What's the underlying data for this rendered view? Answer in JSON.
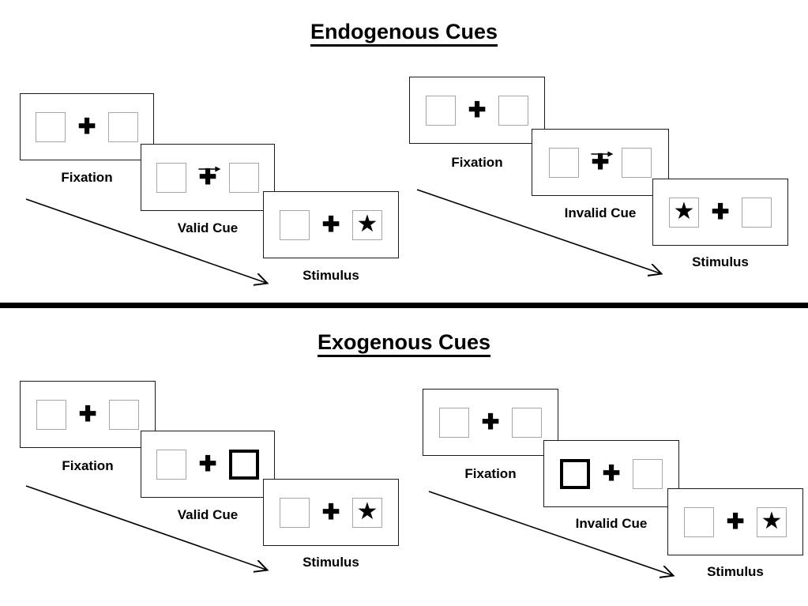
{
  "figure": {
    "type": "diagram",
    "description": "Posner spatial cueing paradigm: endogenous versus exogenous cues, valid and invalid trials",
    "colors": {
      "frame_border": "#1a1a1a",
      "box_border": "#a6a6a6",
      "cued_box_border": "#000000",
      "stimulus": "#000000",
      "divider": "#000000",
      "background": "#ffffff"
    }
  },
  "sections": [
    {
      "title": "Endogenous Cues",
      "sequences": [
        {
          "name": "valid",
          "panels": [
            {
              "label": "Fixation",
              "left_box": "empty",
              "right_box": "empty",
              "cue": "none",
              "fixation": "plus"
            },
            {
              "label": "Valid Cue",
              "left_box": "empty",
              "right_box": "empty",
              "cue": "arrow-right",
              "fixation": "plus"
            },
            {
              "label": "Stimulus",
              "left_box": "empty",
              "right_box": "star",
              "cue": "none",
              "fixation": "plus"
            }
          ]
        },
        {
          "name": "invalid",
          "panels": [
            {
              "label": "Fixation",
              "left_box": "empty",
              "right_box": "empty",
              "cue": "none",
              "fixation": "plus"
            },
            {
              "label": "Invalid Cue",
              "left_box": "empty",
              "right_box": "empty",
              "cue": "arrow-right",
              "fixation": "plus"
            },
            {
              "label": "Stimulus",
              "left_box": "star",
              "right_box": "empty",
              "cue": "none",
              "fixation": "plus"
            }
          ]
        }
      ]
    },
    {
      "title": "Exogenous Cues",
      "sequences": [
        {
          "name": "valid",
          "panels": [
            {
              "label": "Fixation",
              "left_box": "empty",
              "right_box": "empty",
              "cue": "none",
              "fixation": "plus"
            },
            {
              "label": "Valid Cue",
              "left_box": "empty",
              "right_box": "highlight",
              "cue": "box-flash-right",
              "fixation": "plus"
            },
            {
              "label": "Stimulus",
              "left_box": "empty",
              "right_box": "star",
              "cue": "none",
              "fixation": "plus"
            }
          ]
        },
        {
          "name": "invalid",
          "panels": [
            {
              "label": "Fixation",
              "left_box": "empty",
              "right_box": "empty",
              "cue": "none",
              "fixation": "plus"
            },
            {
              "label": "Invalid Cue",
              "left_box": "highlight",
              "right_box": "empty",
              "cue": "box-flash-left",
              "fixation": "plus"
            },
            {
              "label": "Stimulus",
              "left_box": "empty",
              "right_box": "star",
              "cue": "none",
              "fixation": "plus"
            }
          ]
        }
      ]
    }
  ],
  "glyphs": {
    "fixation_cross": "✚",
    "star": "★"
  },
  "time_arrows": [
    {
      "name": "endogenous-valid-time-arrow"
    },
    {
      "name": "endogenous-invalid-time-arrow"
    },
    {
      "name": "exogenous-valid-time-arrow"
    },
    {
      "name": "exogenous-invalid-time-arrow"
    }
  ]
}
